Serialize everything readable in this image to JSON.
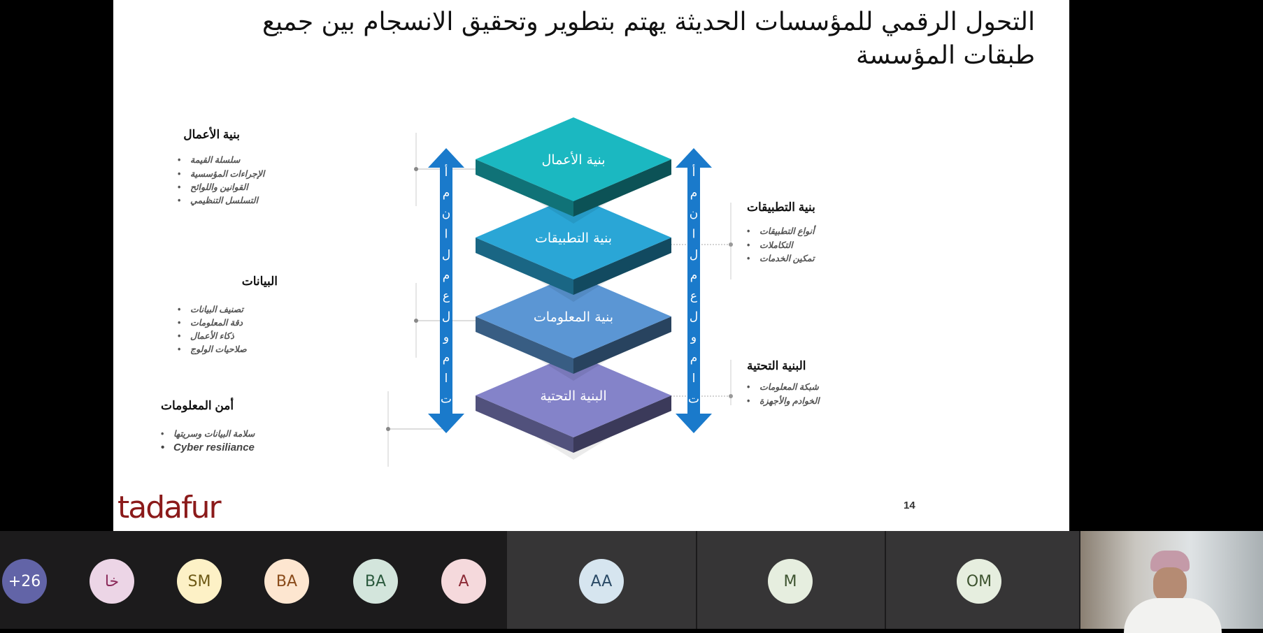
{
  "slide": {
    "title": "التحول الرقمي للمؤسسات الحديثة يهتم بتطوير وتحقيق الانسجام بين جميع طبقات المؤسسة",
    "layers": [
      "بنية الأعمال",
      "بنية التطبيقات",
      "بنية المعلومات",
      "البنية التحتية"
    ],
    "layer_colors": [
      "#1bb8c1",
      "#2aa6d6",
      "#5b96d4",
      "#8483c9"
    ],
    "arrow_letters": [
      "أ",
      "م",
      "ن",
      "ا",
      "ل",
      "م",
      "ع",
      "ل",
      "و",
      "م",
      "ا",
      "ت"
    ],
    "arrow_color": "#1a7acb",
    "groups": [
      {
        "heading": "بنية الأعمال",
        "items": [
          "سلسلة القيمة",
          "الإجراءات المؤسسية",
          "القوانين واللوائح",
          "التسلسل التنظيمي"
        ]
      },
      {
        "heading": "البيانات",
        "items": [
          "تصنيف البيانات",
          "دقة المعلومات",
          "ذكاء الأعمال",
          "صلاحيات الولوج"
        ]
      },
      {
        "heading": "أمن المعلومات",
        "items": [
          "سلامة البيانات وسريتها",
          "Cyber resiliance"
        ]
      },
      {
        "heading": "بنية التطبيقات",
        "items": [
          "أنواع التطبيقات",
          "التكاملات",
          "تمكين الخدمات"
        ]
      },
      {
        "heading": "البنية التحتية",
        "items": [
          "شبكة المعلومات",
          "الخوادم والأجهزة"
        ]
      }
    ],
    "page_number": "14",
    "logo": "tadafur"
  },
  "participants": [
    {
      "initials": "+26",
      "bg": "#6264a7",
      "fg": "#ffffff"
    },
    {
      "initials": "خا",
      "bg": "#ecd5e6",
      "fg": "#8b2a5a"
    },
    {
      "initials": "SM",
      "bg": "#fdf1c6",
      "fg": "#6e5a16"
    },
    {
      "initials": "BA",
      "bg": "#fde6d0",
      "fg": "#8a4b1a"
    },
    {
      "initials": "BA",
      "bg": "#d3e5dc",
      "fg": "#2b5a3e"
    },
    {
      "initials": "A",
      "bg": "#f5d9dc",
      "fg": "#8c2a36"
    },
    {
      "initials": "AA",
      "bg": "#d6e5ef",
      "fg": "#2a4a66"
    },
    {
      "initials": "M",
      "bg": "#e6eedf",
      "fg": "#3e5430"
    },
    {
      "initials": "OM",
      "bg": "#e6eedf",
      "fg": "#3e5430"
    }
  ]
}
